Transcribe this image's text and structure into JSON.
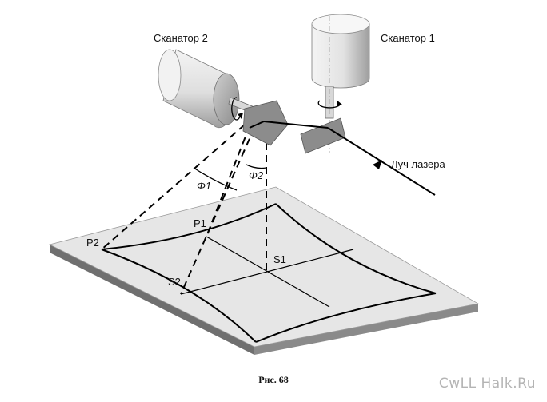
{
  "labels": {
    "scanner2": "Сканатор 2",
    "scanner1": "Сканатор 1",
    "laser_beam": "Луч лазера",
    "phi1": "Φ1",
    "phi2": "Φ2",
    "p1": "P1",
    "p2": "P2",
    "s1": "S1",
    "s2": "S2"
  },
  "caption": "Рис. 68",
  "watermark": "CwLL Halk.Ru",
  "colors": {
    "plate_top": "#e6e6e6",
    "plate_side": "#7a7a7a",
    "mirror": "#8c8c8c",
    "cylinder_light": "#f2f2f2",
    "cylinder_dark": "#a8a8a8",
    "lines": "#000000",
    "watermark": "#b4b4b4"
  },
  "icons": [
    "rotation-arrow-icon",
    "rotation-arrow-icon"
  ]
}
